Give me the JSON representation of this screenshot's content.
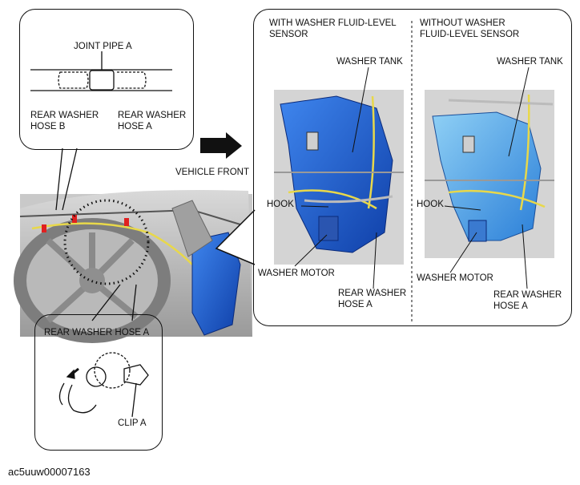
{
  "joint_callout": {
    "joint_pipe": "JOINT PIPE A",
    "hose_b": "REAR WASHER\nHOSE B",
    "hose_a": "REAR WASHER\nHOSE A"
  },
  "clip_callout": {
    "hose_label": "REAR WASHER HOSE A",
    "clip_label": "CLIP A"
  },
  "vehicle_front": "VEHICLE FRONT",
  "with_sensor": {
    "title": "WITH WASHER FLUID-LEVEL\nSENSOR",
    "washer_tank": "WASHER TANK",
    "hook": "HOOK",
    "washer_motor": "WASHER MOTOR",
    "rear_hose": "REAR WASHER\nHOSE A"
  },
  "without_sensor": {
    "title": "WITHOUT WASHER\nFLUID-LEVEL SENSOR",
    "washer_tank": "WASHER TANK",
    "hook": "HOOK",
    "washer_motor": "WASHER MOTOR",
    "rear_hose": "REAR WASHER\nHOSE A"
  },
  "figure_id": "ac5uuw00007163",
  "colors": {
    "tank_blue": "#1f5fd0",
    "tank_light": "#3fa0e8",
    "hose_yellow": "#e8d84a",
    "red_marker": "#e02020"
  }
}
